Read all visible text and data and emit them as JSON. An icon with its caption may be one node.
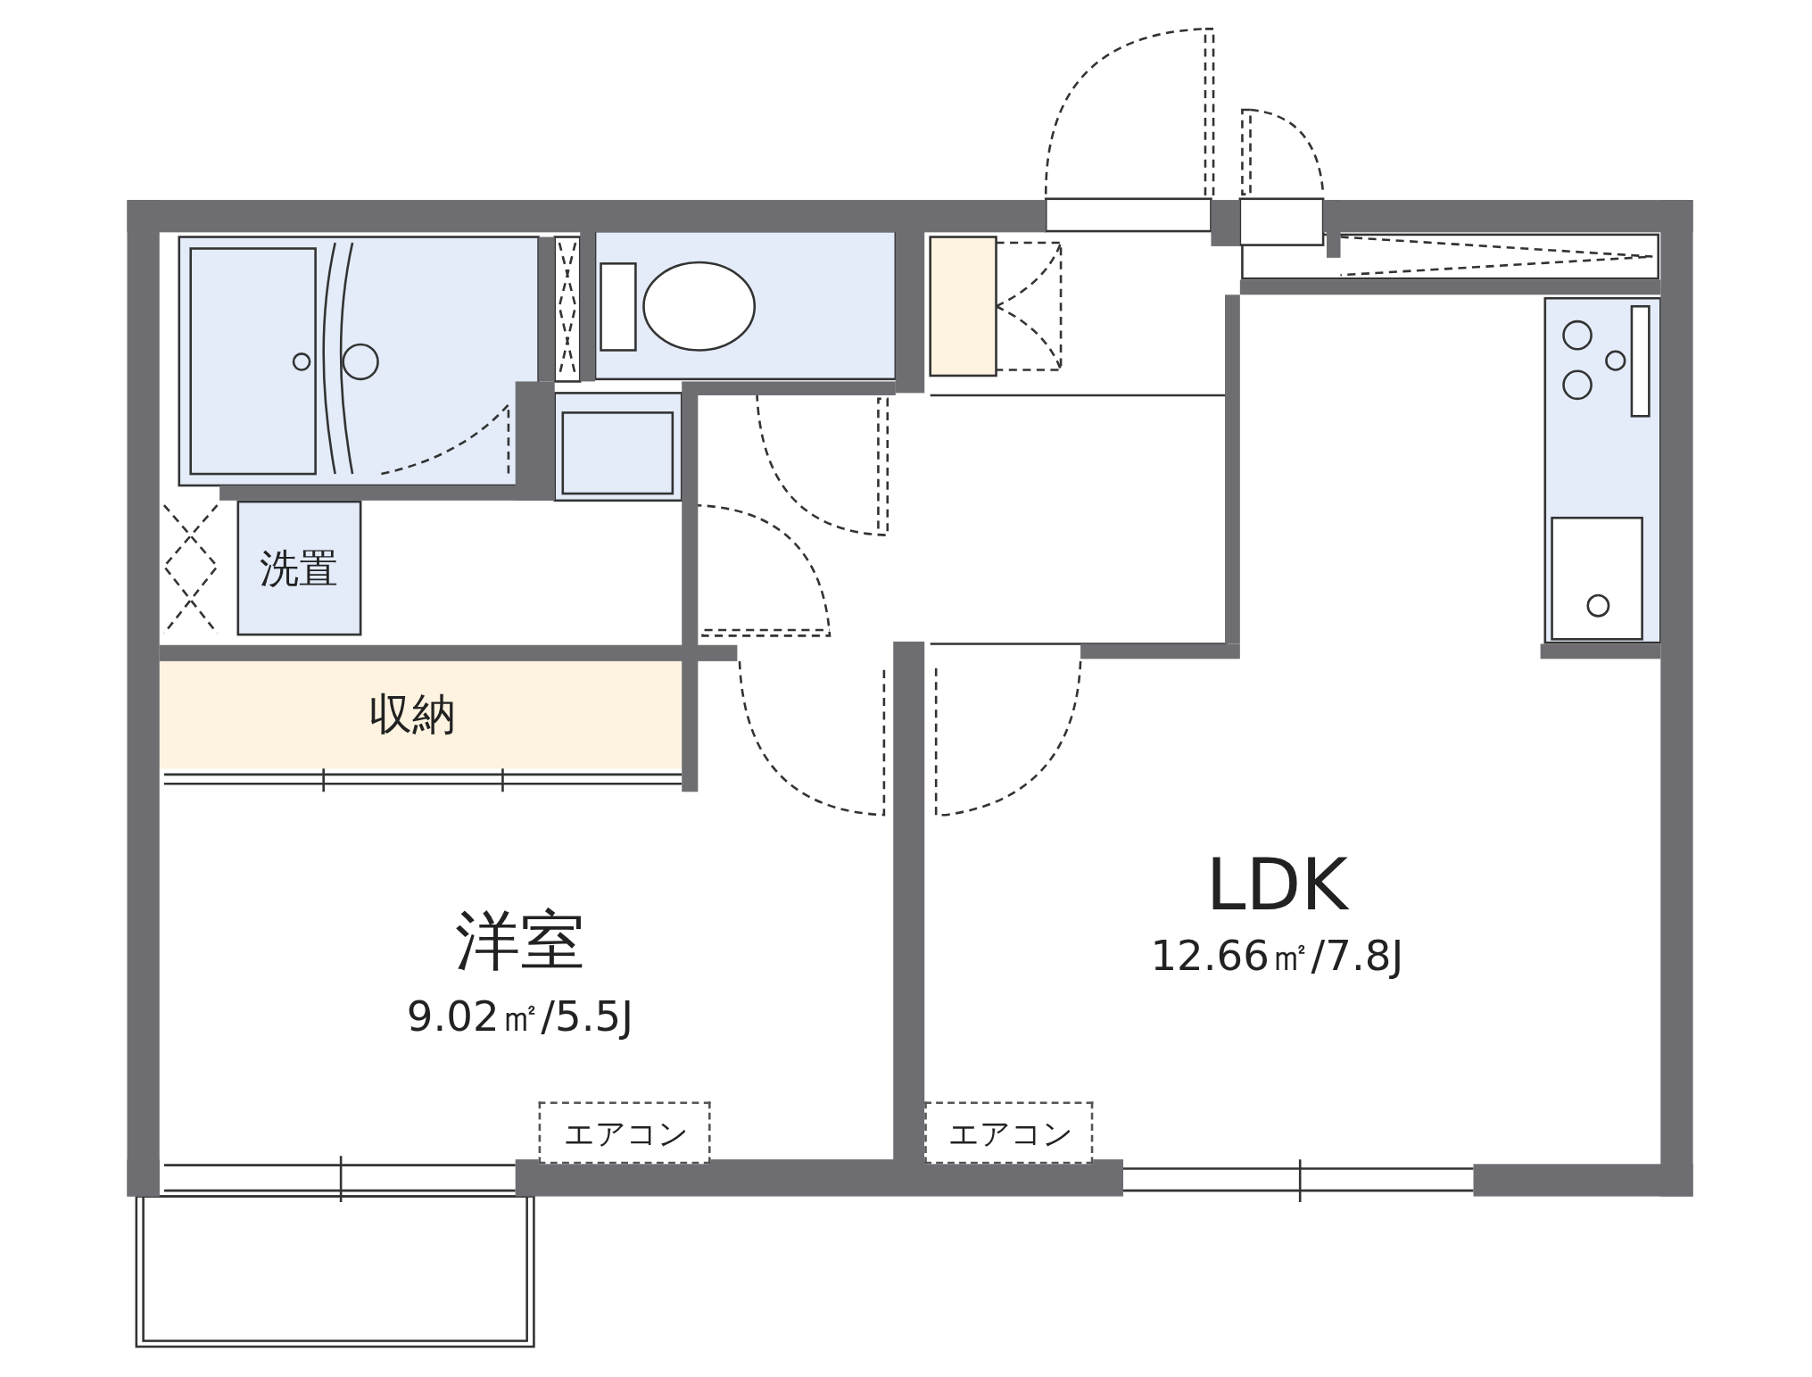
{
  "diagram": {
    "nodes": [
      {
        "text": [
          "洗置"
        ]
      },
      {
        "text": [
          "収納"
        ]
      },
      {
        "text": [
          "洋室",
          "9.02㎡/5.5J"
        ]
      },
      {
        "text": [
          "エアコン"
        ],
        "in": 2
      },
      {
        "text": [
          "LDK",
          "12.66㎡/7.8J"
        ]
      },
      {
        "text": [
          "エアコン"
        ],
        "in": 4
      }
    ]
  }
}
